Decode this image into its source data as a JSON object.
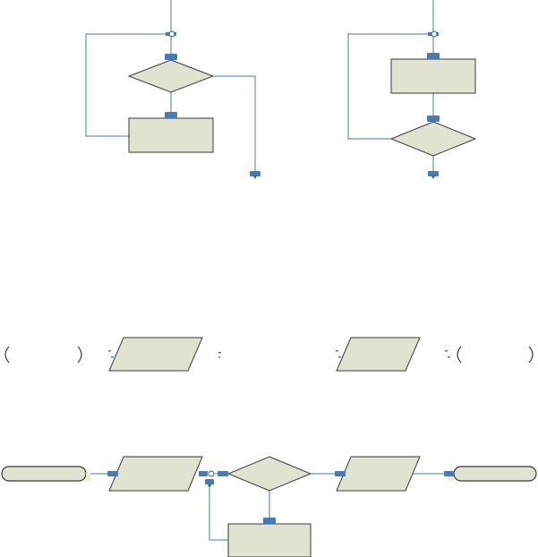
{
  "diagram": {
    "colors": {
      "shape_fill": "#dfe3cf",
      "shape_stroke": "#3a3a3a",
      "connector": "#4a7ab5"
    },
    "nodes": [
      {
        "id": "while-decision",
        "kind": "decision",
        "text": ""
      },
      {
        "id": "while-process",
        "kind": "process",
        "text": ""
      },
      {
        "id": "dowhile-process",
        "kind": "process",
        "text": ""
      },
      {
        "id": "dowhile-decision",
        "kind": "decision",
        "text": ""
      },
      {
        "id": "start-terminal",
        "kind": "terminal",
        "text": ""
      },
      {
        "id": "input-io",
        "kind": "io",
        "text": ""
      },
      {
        "id": "output-io",
        "kind": "io",
        "text": ""
      },
      {
        "id": "end-terminal",
        "kind": "terminal",
        "text": ""
      },
      {
        "id": "flow-start-terminal",
        "kind": "terminal",
        "text": ""
      },
      {
        "id": "flow-input-io",
        "kind": "io",
        "text": ""
      },
      {
        "id": "flow-decision",
        "kind": "decision",
        "text": ""
      },
      {
        "id": "flow-output-io",
        "kind": "io",
        "text": ""
      },
      {
        "id": "flow-end-terminal",
        "kind": "terminal",
        "text": ""
      },
      {
        "id": "flow-process",
        "kind": "process",
        "text": ""
      }
    ]
  }
}
